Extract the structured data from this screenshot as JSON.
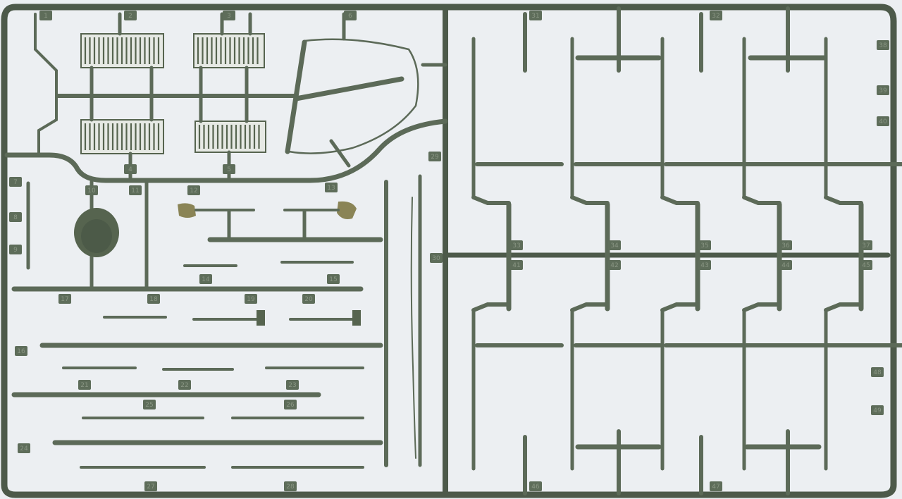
{
  "photo": {
    "subject": "",
    "colors": {
      "background": "#eceff2",
      "plastic": "#5c6a58",
      "tool_heads": "#8a8456"
    }
  },
  "part_numbers": {
    "left": [
      "1",
      "2",
      "3",
      "4",
      "5",
      "6",
      "7",
      "8",
      "9",
      "10",
      "11",
      "12",
      "13",
      "14",
      "15",
      "16",
      "17",
      "18",
      "19",
      "20",
      "21",
      "22",
      "23",
      "24",
      "25",
      "26",
      "27",
      "28",
      "29",
      "30"
    ],
    "right": [
      "31",
      "32",
      "33",
      "34",
      "35",
      "36",
      "37",
      "38",
      "39",
      "40",
      "41",
      "42",
      "43",
      "44",
      "45",
      "46",
      "47",
      "48",
      "49"
    ]
  }
}
